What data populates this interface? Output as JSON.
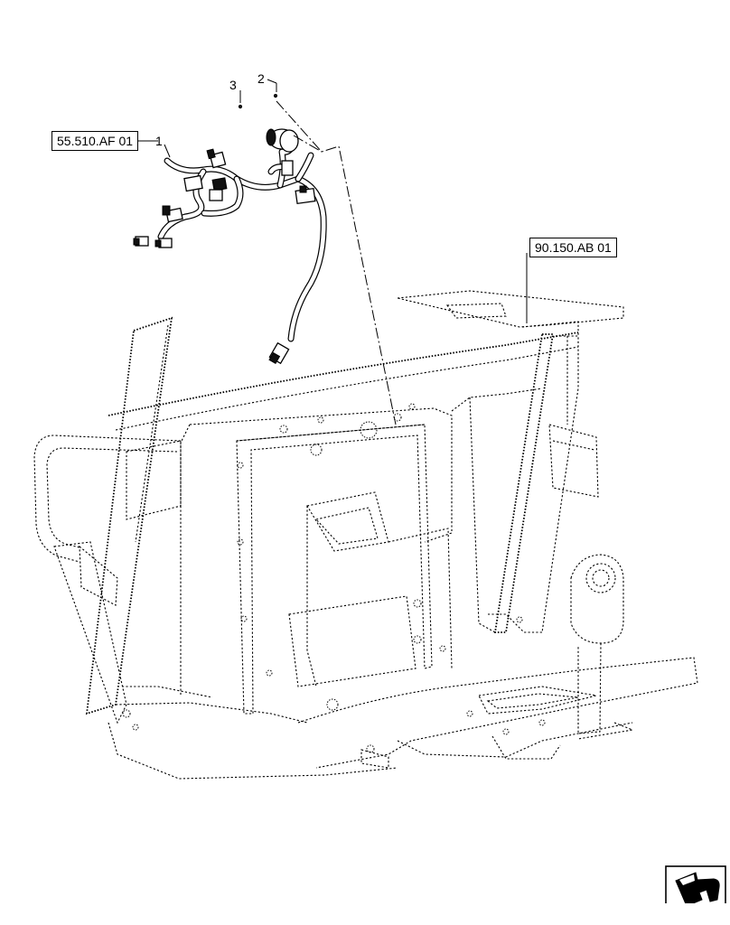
{
  "references": {
    "harness_ref": "55.510.AF 01",
    "panel_ref": "90.150.AB 01"
  },
  "callouts": {
    "item1": "1",
    "item2": "2",
    "item3": "3"
  },
  "colors": {
    "line": "#000000",
    "background": "#ffffff"
  },
  "icons": {
    "navigation": "back-arrow-icon"
  }
}
